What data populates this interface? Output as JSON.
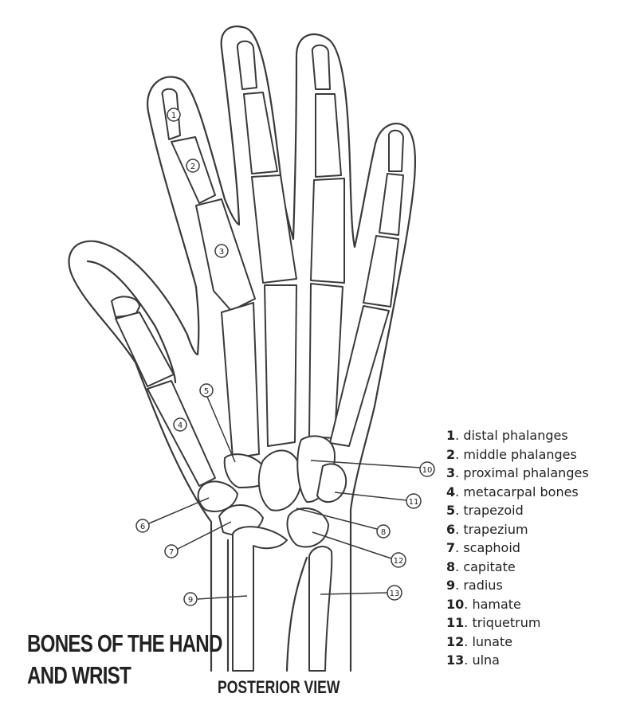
{
  "title_lines": [
    "BONES OF THE HAND",
    "AND WRIST"
  ],
  "view_label": "POSTERIOR VIEW",
  "legend": [
    {
      "num": "1",
      "label": "distal phalanges"
    },
    {
      "num": "2",
      "label": "middle phalanges"
    },
    {
      "num": "3",
      "label": "proximal phalanges"
    },
    {
      "num": "4",
      "label": "metacarpal bones"
    },
    {
      "num": "5",
      "label": "trapezoid"
    },
    {
      "num": "6",
      "label": "trapezium"
    },
    {
      "num": "7",
      "label": "scaphoid"
    },
    {
      "num": "8",
      "label": "capitate"
    },
    {
      "num": "9",
      "label": "radius"
    },
    {
      "num": "10",
      "label": "hamate"
    },
    {
      "num": "11",
      "label": "triquetrum"
    },
    {
      "num": "12",
      "label": "lunate"
    },
    {
      "num": "13",
      "label": "ulna"
    }
  ],
  "callouts": [
    "1",
    "2",
    "3",
    "4",
    "5",
    "6",
    "7",
    "8",
    "9",
    "10",
    "11",
    "12",
    "13"
  ],
  "colors": {
    "line": "#3a3a3a",
    "text": "#222222",
    "background": "#ffffff"
  }
}
